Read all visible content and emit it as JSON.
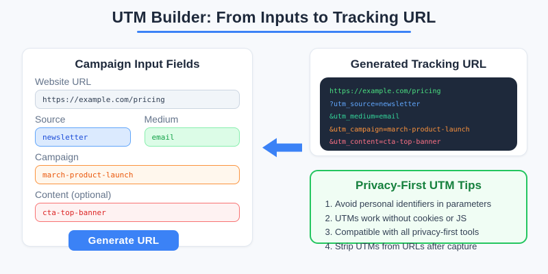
{
  "title": "UTM Builder: From Inputs to Tracking URL",
  "form_panel": {
    "heading": "Campaign Input Fields",
    "fields": [
      {
        "label": "Website URL",
        "value": "https://example.com/pricing",
        "theme": "neutral"
      },
      {
        "label": "Source",
        "value": "newsletter",
        "theme": "blue"
      },
      {
        "label": "Medium",
        "value": "email",
        "theme": "green"
      },
      {
        "label": "Campaign",
        "value": "march-product-launch",
        "theme": "orange"
      },
      {
        "label": "Content (optional)",
        "value": "cta-top-banner",
        "theme": "red"
      }
    ],
    "button_label": "Generate URL"
  },
  "url_panel": {
    "heading": "Generated Tracking URL",
    "code_lines": [
      {
        "text": "https://example.com/pricing",
        "color": "#4ade80"
      },
      {
        "text": "?utm_source=newsletter",
        "color": "#60a5fa"
      },
      {
        "text": "&utm_medium=email",
        "color": "#34d399"
      },
      {
        "text": "&utm_campaign=march-product-launch",
        "color": "#fb923c"
      },
      {
        "text": "&utm_content=cta-top-banner",
        "color": "#fb7185"
      }
    ]
  },
  "tips_panel": {
    "heading": "Privacy-First UTM Tips",
    "tips": [
      "Avoid personal identifiers in parameters",
      "UTMs work without cookies or JS",
      "Compatible with all privacy-first tools",
      "Strip UTMs from URLs after capture"
    ]
  },
  "arrow": {
    "direction": "left"
  },
  "colors": {
    "accent": "#3b82f6",
    "heading_text": "#1e293b",
    "label_text": "#64748b",
    "page_background": "#f7f9fc",
    "card_border": "#e2e8f0",
    "code_background": "#1e293b",
    "tips_border": "#22c55e",
    "tips_background": "#f0fdf4",
    "tips_heading": "#15803d",
    "button_background": "#3b82f6",
    "field_themes": {
      "neutral": {
        "background": "#f1f5f9",
        "border": "#cbd5e1",
        "text": "#334155"
      },
      "blue": {
        "background": "#dbeafe",
        "border": "#60a5fa",
        "text": "#1d4ed8"
      },
      "green": {
        "background": "#dcfce7",
        "border": "#86efac",
        "text": "#16a34a"
      },
      "orange": {
        "background": "#fff7ed",
        "border": "#fb923c",
        "text": "#ea580c"
      },
      "red": {
        "background": "#fef2f2",
        "border": "#f87171",
        "text": "#dc2626"
      }
    }
  }
}
